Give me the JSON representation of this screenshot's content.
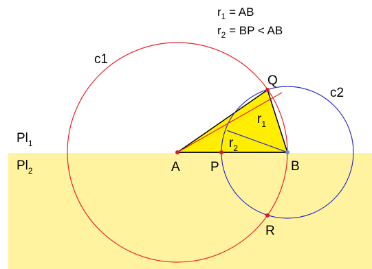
{
  "legend": {
    "r1": {
      "base": "r",
      "sub": "1",
      "rest": " = AB"
    },
    "r2": {
      "base": "r",
      "sub": "2",
      "rest": " = BP < AB"
    }
  },
  "planes": {
    "upper": {
      "base": "Pl",
      "sub": "1"
    },
    "lower": {
      "base": "Pl",
      "sub": "2"
    }
  },
  "circles": {
    "c1": "c1",
    "c2": "c2"
  },
  "points": {
    "A": "A",
    "B": "B",
    "P": "P",
    "Q": "Q",
    "R": "R"
  },
  "segments": {
    "r1": {
      "base": "r",
      "sub": "1"
    },
    "r2": {
      "base": "r",
      "sub": "2"
    }
  },
  "colors": {
    "plane_fill": "#fff3a0",
    "triangle_fill": "#ffee00",
    "circle1": "#e8202a",
    "circle2": "#2a2acc",
    "point": "#cc2222",
    "point_b": "#6b8ad6"
  }
}
